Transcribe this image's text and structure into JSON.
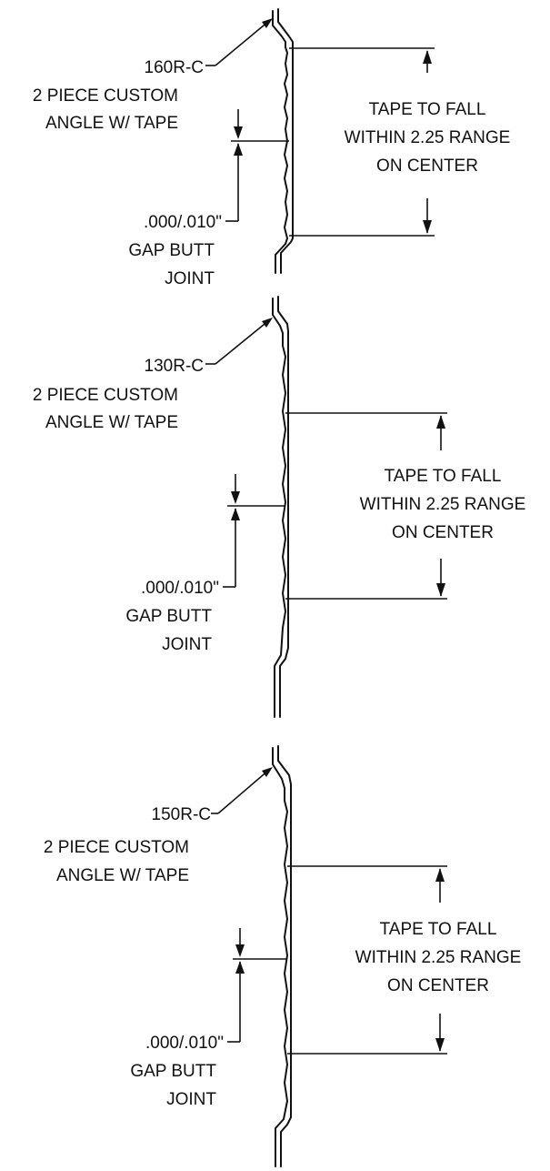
{
  "details": [
    {
      "part_label": "160R-C",
      "description_line1": "2 PIECE CUSTOM",
      "description_line2": "ANGLE W/ TAPE",
      "tape_note_line1": "TAPE TO FALL",
      "tape_note_line2": "WITHIN 2.25 RANGE",
      "tape_note_line3": "ON CENTER",
      "gap_line1": ".000/.010\"",
      "gap_line2": "GAP BUTT",
      "gap_line3": "JOINT"
    },
    {
      "part_label": "130R-C",
      "description_line1": "2 PIECE CUSTOM",
      "description_line2": "ANGLE W/ TAPE",
      "tape_note_line1": "TAPE TO FALL",
      "tape_note_line2": "WITHIN 2.25 RANGE",
      "tape_note_line3": "ON CENTER",
      "gap_line1": ".000/.010\"",
      "gap_line2": "GAP BUTT",
      "gap_line3": "JOINT"
    },
    {
      "part_label": "150R-C",
      "description_line1": "2 PIECE CUSTOM",
      "description_line2": "ANGLE W/ TAPE",
      "tape_note_line1": "TAPE TO FALL",
      "tape_note_line2": "WITHIN 2.25 RANGE",
      "tape_note_line3": "ON CENTER",
      "gap_line1": ".000/.010\"",
      "gap_line2": "GAP BUTT",
      "gap_line3": "JOINT"
    }
  ]
}
